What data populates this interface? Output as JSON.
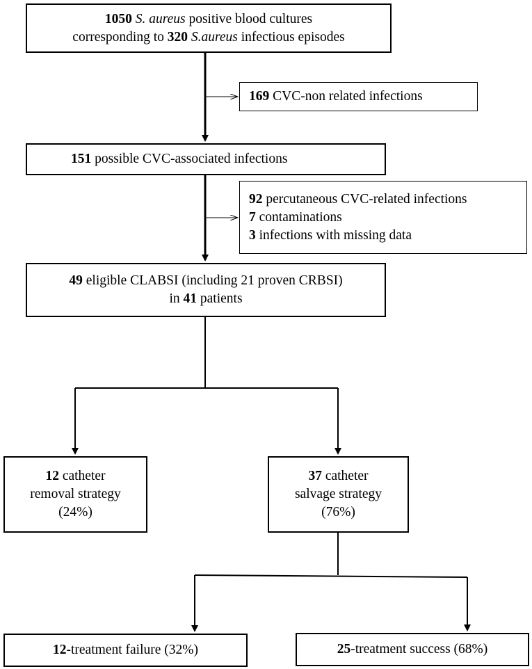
{
  "boxes": {
    "top": {
      "n1": "1050",
      "t1": " ",
      "i1": "S. aureus",
      "t2": " positive blood cultures",
      "t3": "corresponding to ",
      "n2": "320",
      "t4": " ",
      "i2": "S.aureus",
      "t5": " infectious episodes"
    },
    "excl1": {
      "n": "169",
      "t": " CVC-non related infections"
    },
    "possible": {
      "n": "151",
      "t": " possible CVC-associated infections"
    },
    "excl2": {
      "n1": "92",
      "t1": " percutaneous CVC-related infections",
      "n2": "7",
      "t2": " contaminations",
      "n3": "3",
      "t3": " infections with missing data"
    },
    "eligible": {
      "n1": "49",
      "t1": " eligible CLABSI (including 21 proven CRBSI)",
      "t2": "in ",
      "n2": "41",
      "t3": " patients"
    },
    "removal": {
      "n": "12",
      "t1": " catheter",
      "t2": "removal strategy",
      "pct": "(24%)"
    },
    "salvage": {
      "n": "37",
      "t1": " catheter",
      "t2": "salvage strategy",
      "pct": "(76%)"
    },
    "failure": {
      "n": "12",
      "t": "-treatment failure (32%)"
    },
    "success": {
      "n": "25",
      "t": "-treatment success (68%)"
    }
  }
}
